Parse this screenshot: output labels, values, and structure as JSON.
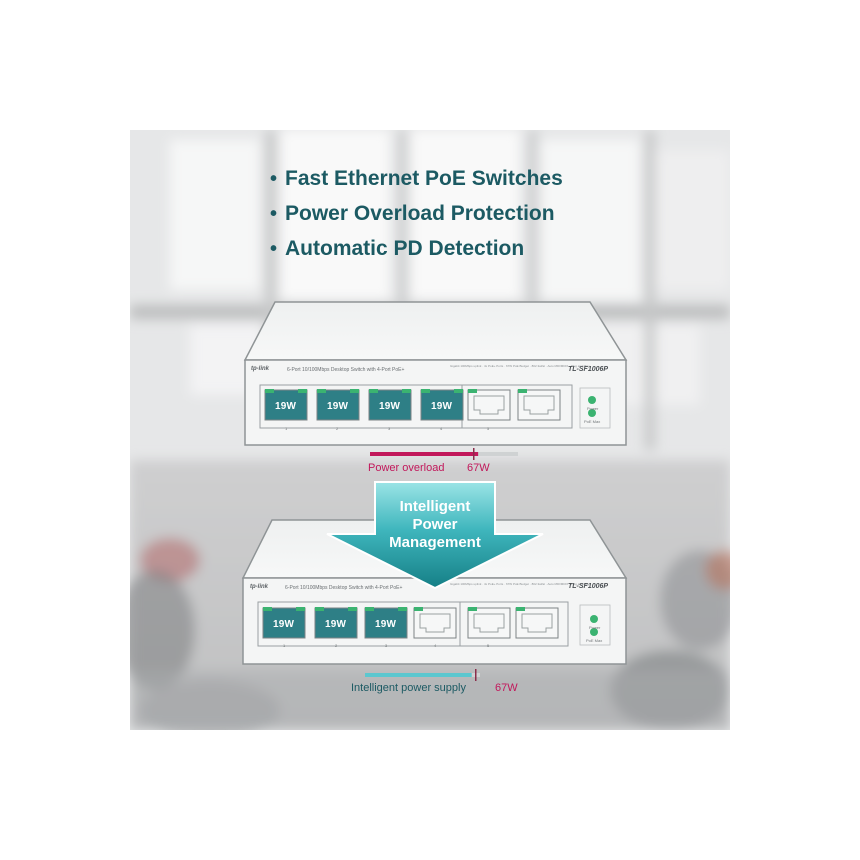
{
  "features": [
    "Fast Ethernet PoE Switches",
    "Power Overload Protection",
    "Automatic PD Detection"
  ],
  "bullet": "•",
  "switch": {
    "brand": "tp-link",
    "description": "6-Port 10/100Mbps Desktop Switch with 4-Port PoE+",
    "specs": "Gigabit 100Mbps uplink · 4x PoE+ Ports · 67W PoE Budget · 802.3af/at · Auto MDI/MDIX · Plug and Play",
    "model": "TL-SF1006P",
    "led_power": "Power",
    "led_poe_max": "PoE Max",
    "port_numbers": [
      "1",
      "2",
      "3",
      "4",
      "5"
    ]
  },
  "top_switch": {
    "port_watts": [
      "19W",
      "19W",
      "19W",
      "19W"
    ],
    "status_label": "Power overload",
    "budget": "67W",
    "fill_fraction": 1.05
  },
  "arrow_text": [
    "Intelligent",
    "Power",
    "Management"
  ],
  "bottom_switch": {
    "port_watts": [
      "19W",
      "19W",
      "19W"
    ],
    "status_label": "Intelligent power supply",
    "budget": "67W",
    "fill_fraction": 0.97
  },
  "colors": {
    "feature_text": "#1c5a63",
    "overload": "#c2185b",
    "supply": "#5bc7cf",
    "port_teal": "#2e7f86",
    "led_green": "#3bb371",
    "arrow_light": "#8fe0e3",
    "arrow_dark": "#1a8c93"
  }
}
